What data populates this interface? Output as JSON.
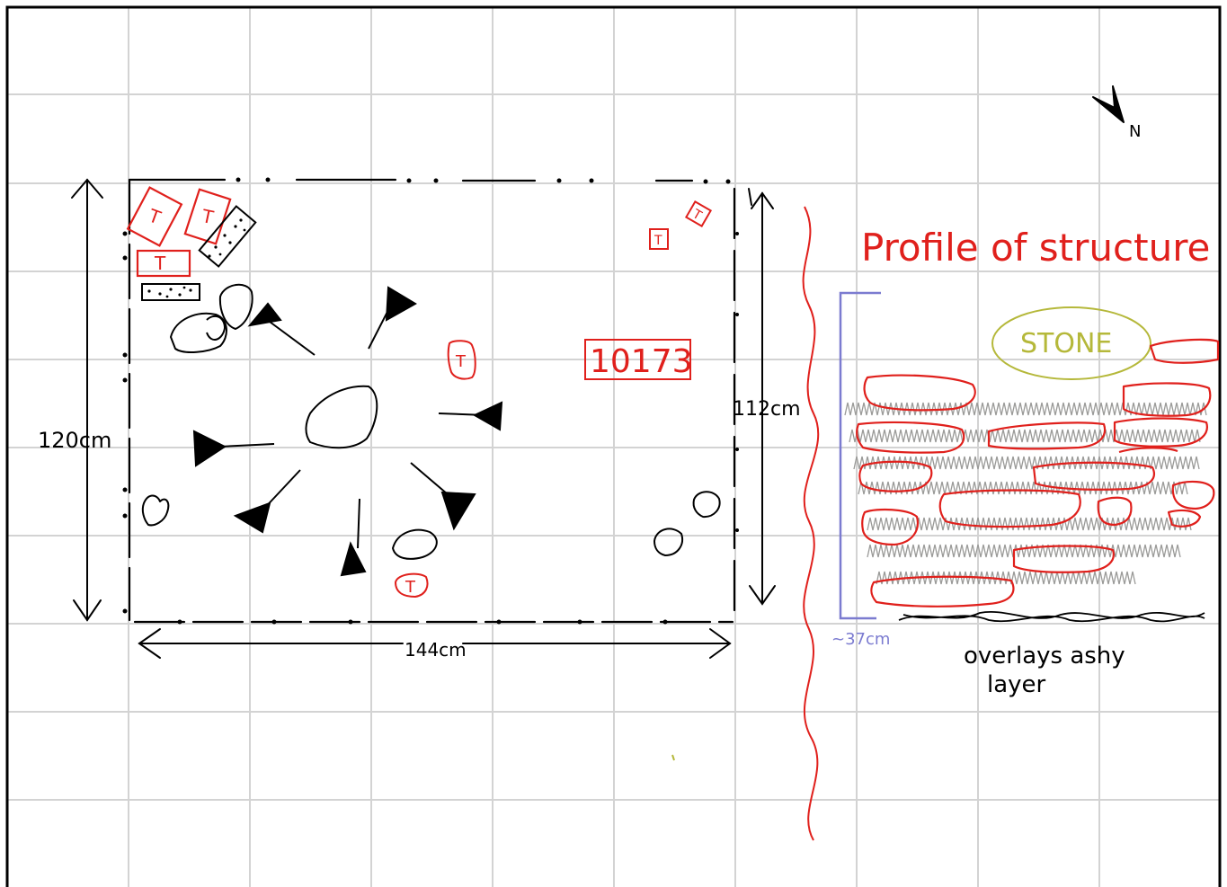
{
  "plan": {
    "dim_height": "120cm",
    "dim_height_inner": "112cm",
    "dim_width": "144cm",
    "context_number": "10173",
    "stone_tag": "T",
    "tag_letters": [
      "T",
      "T",
      "T",
      "T",
      "T",
      "T",
      "T"
    ]
  },
  "profile": {
    "title": "Profile of structure",
    "stone_label": "STONE",
    "depth_label": "~37cm",
    "note_line1": "overlays ashy",
    "note_line2": "layer"
  },
  "north": {
    "label": "N"
  },
  "colors": {
    "grid": "#d3d3d3",
    "ink": "#000000",
    "red": "#e0201c",
    "olive": "#b5b83a",
    "purple": "#7b7bd0",
    "pencil": "#9a9a98"
  }
}
